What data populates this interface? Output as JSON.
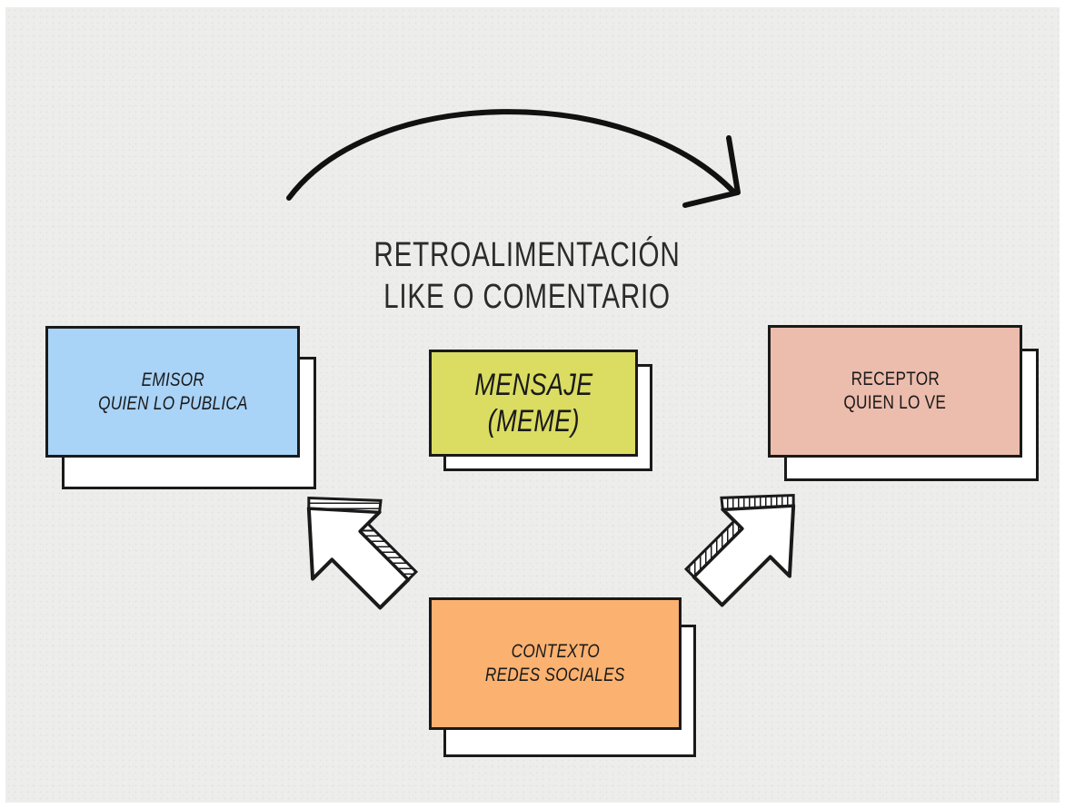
{
  "feedback": {
    "line1": "RETROALIMENTACIÓN",
    "line2": "LIKE O COMENTARIO"
  },
  "nodes": {
    "emisor": {
      "line1": "EMISOR",
      "line2": "QUIEN LO PUBLICA",
      "color": "#a9d3f7"
    },
    "mensaje": {
      "line1": "MENSAJE",
      "line2": "(MEME)",
      "color": "#dbdc62"
    },
    "receptor": {
      "line1": "RECEPTOR",
      "line2": "QUIEN LO VE",
      "color": "#ecbcac"
    },
    "contexto": {
      "line1": "CONTEXTO",
      "line2": "REDES SOCIALES",
      "color": "#fbb170"
    }
  },
  "connectors": [
    {
      "from": "emisor",
      "to": "receptor",
      "label_ref": "feedback",
      "style": "curved-arrow"
    },
    {
      "from": "contexto",
      "to": "emisor",
      "style": "block-arrow"
    },
    {
      "from": "contexto",
      "to": "receptor",
      "style": "block-arrow"
    }
  ]
}
